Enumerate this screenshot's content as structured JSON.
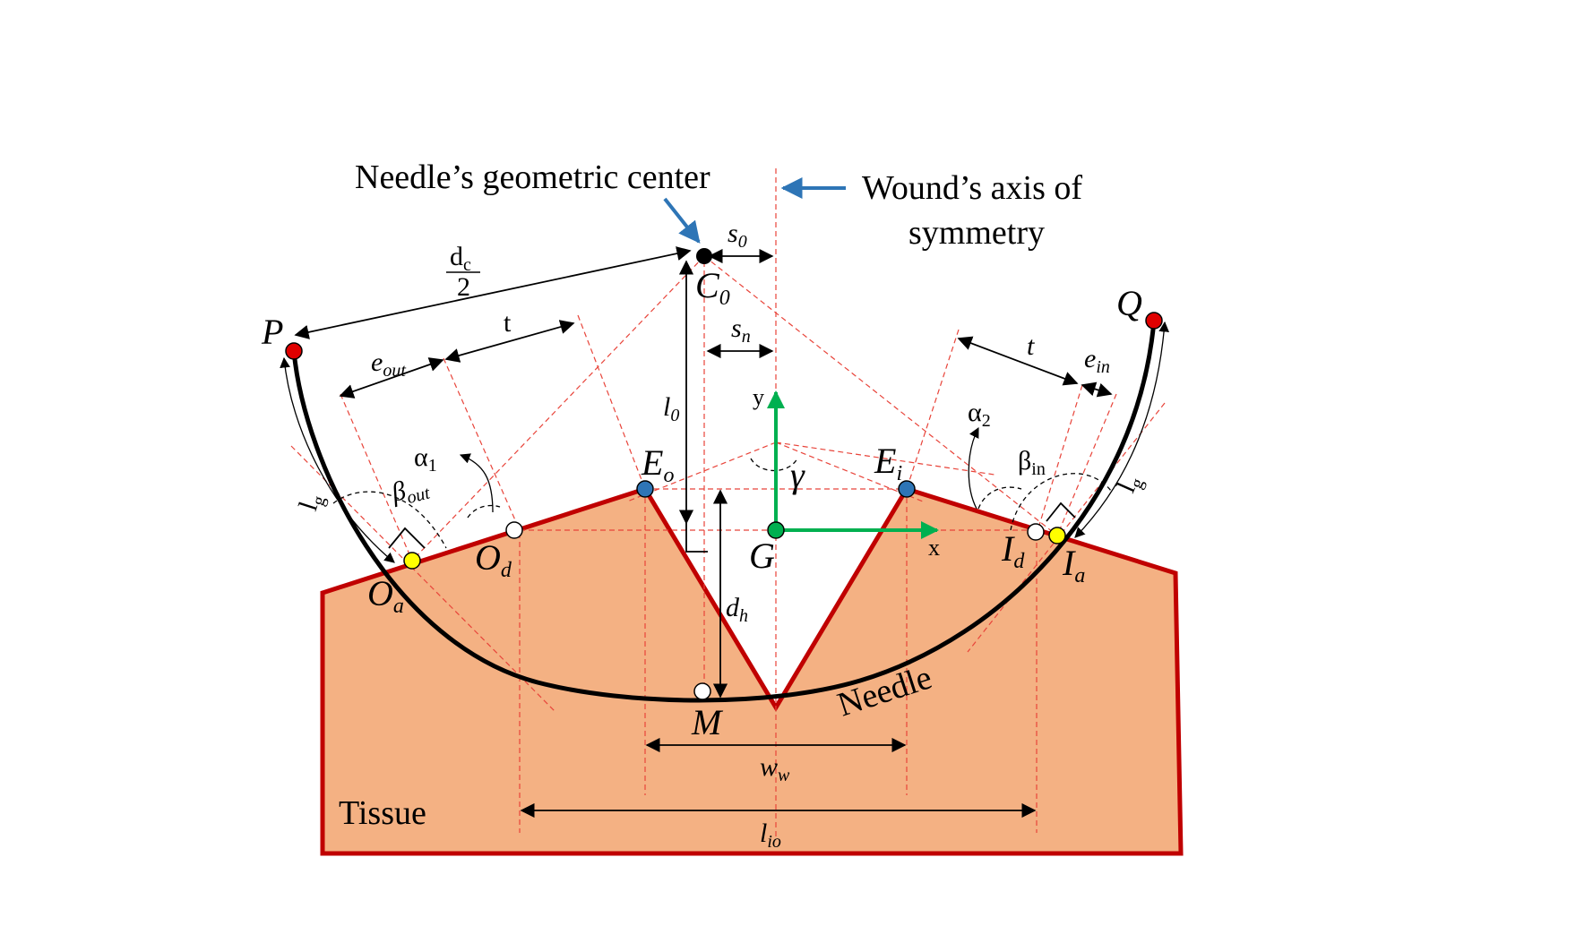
{
  "annotations": {
    "needle_center_label": "Needle’s geometric center",
    "wound_axis_line1": "Wound’s axis of",
    "wound_axis_line2": "symmetry",
    "needle_label": "Needle",
    "tissue_label": "Tissue"
  },
  "points": {
    "P": "P",
    "Q": "Q",
    "C0": {
      "base": "C",
      "sub": "0"
    },
    "Eo": {
      "base": "E",
      "sub": "o"
    },
    "Ei": {
      "base": "E",
      "sub": "i"
    },
    "G": "G",
    "M": "M",
    "Oa": {
      "base": "O",
      "sub": "a"
    },
    "Od": {
      "base": "O",
      "sub": "d"
    },
    "Id": {
      "base": "I",
      "sub": "d"
    },
    "Ia": {
      "base": "I",
      "sub": "a"
    }
  },
  "dimensions": {
    "dc_num": "d",
    "dc_num_sub": "c",
    "dc_den": "2",
    "t_left": "t",
    "t_right": "t",
    "eout": {
      "base": "e",
      "sub": "out"
    },
    "ein": {
      "base": "e",
      "sub": "in"
    },
    "s0": {
      "base": "s",
      "sub": "0"
    },
    "sn": {
      "base": "s",
      "sub": "n"
    },
    "l0": {
      "base": "l",
      "sub": "0"
    },
    "dh": {
      "base": "d",
      "sub": "h"
    },
    "ww": {
      "base": "w",
      "sub": "w"
    },
    "lio": {
      "base": "l",
      "sub": "io"
    },
    "lg_left": {
      "base": "l",
      "sub": "g"
    },
    "lg_right": {
      "base": "l",
      "sub": "g"
    },
    "alpha1": {
      "base": "α",
      "sub": "1"
    },
    "alpha2": {
      "base": "α",
      "sub": "2"
    },
    "beta_out": {
      "base": "β",
      "sub": "out"
    },
    "beta_in": {
      "base": "β",
      "sub": "in"
    },
    "gamma": "γ",
    "axis_x": "x",
    "axis_y": "y"
  },
  "colors": {
    "tissue_fill": "#f4b183",
    "tissue_stroke": "#c00000",
    "needle": "#000000",
    "guide": "#e8443a",
    "frame_axes": "#00b050",
    "callout_arrow": "#2e75b6",
    "point_red": "#e00000",
    "point_blue": "#2e75b6",
    "point_yellow": "#ffff00",
    "point_white": "#ffffff",
    "point_green": "#00b050",
    "point_black": "#000000"
  }
}
